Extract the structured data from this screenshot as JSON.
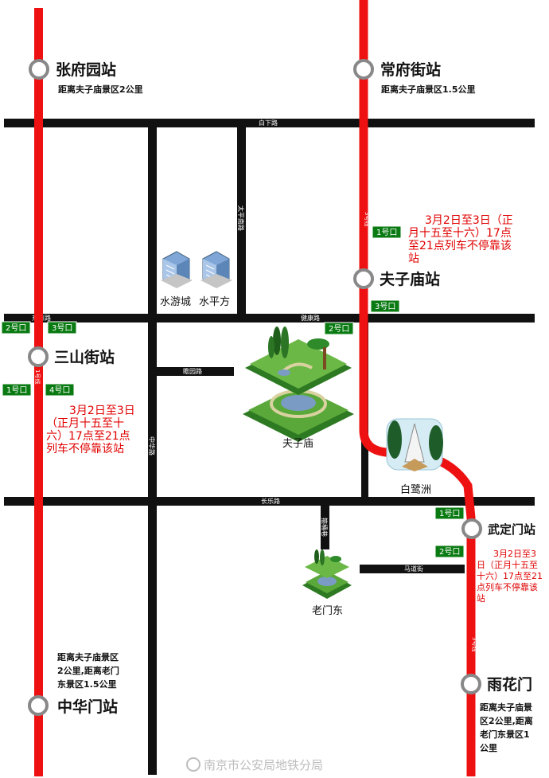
{
  "stations": {
    "zhangfuyuan": {
      "name": "张府园站",
      "distance": "距离夫子庙景区2公里"
    },
    "changfujie": {
      "name": "常府街站",
      "distance": "距离夫子庙景区1.5公里"
    },
    "fuzimiao": {
      "name": "夫子庙站"
    },
    "sanshanjie": {
      "name": "三山街站"
    },
    "wudingmen": {
      "name": "武定门站"
    },
    "zhonghuamen": {
      "name": "中华门站",
      "distance": [
        "距离夫子庙景区",
        "2公里,距离老门",
        "东景区1.5公里"
      ]
    },
    "yuhuamen": {
      "name": "雨花门",
      "distance": [
        "距离夫子庙景",
        "区2公里,距离",
        "老门东景区1",
        "公里"
      ]
    }
  },
  "roads": {
    "baixia": "白下路",
    "taiping": "太平南路",
    "shengzhou": "升州路",
    "jiankang": "健康路",
    "zhanyuan": "瞻园路",
    "zhonghua": "中华路",
    "changle": "长乐路",
    "laomendong_road": "箍桶巷",
    "matai": "马道街"
  },
  "line_labels": {
    "line1": "1号线",
    "line3_a": "3号线",
    "line3_b": "3号线"
  },
  "exits": {
    "e1": "1号口",
    "e2": "2号口",
    "e3": "3号口",
    "e4": "4号口"
  },
  "places": {
    "shuiyoucheng": "水游城",
    "shuipingfang": "水平方",
    "fuzimiao": "夫子庙",
    "bailuzhou": "白鹭洲",
    "laomendong": "老门东"
  },
  "notices": {
    "fuzimiao": [
      "3月2日至3日（正",
      "月十五至十六）17点",
      "至21点列车不停靠该",
      "站"
    ],
    "sanshanjie": [
      "3月2日至3日",
      "（正月十五至十",
      "六）17点至21点",
      "列车不停靠该站"
    ],
    "wudingmen": [
      "3月2日至3",
      "日（正月十五至",
      "十六）17点至21",
      "点列车不停靠该",
      "站"
    ]
  },
  "watermark": "南京市公安局地铁分局",
  "colors": {
    "metro": "#ee1111",
    "road": "#111111",
    "exit": "#0a7a12",
    "notice": "#e00000"
  }
}
